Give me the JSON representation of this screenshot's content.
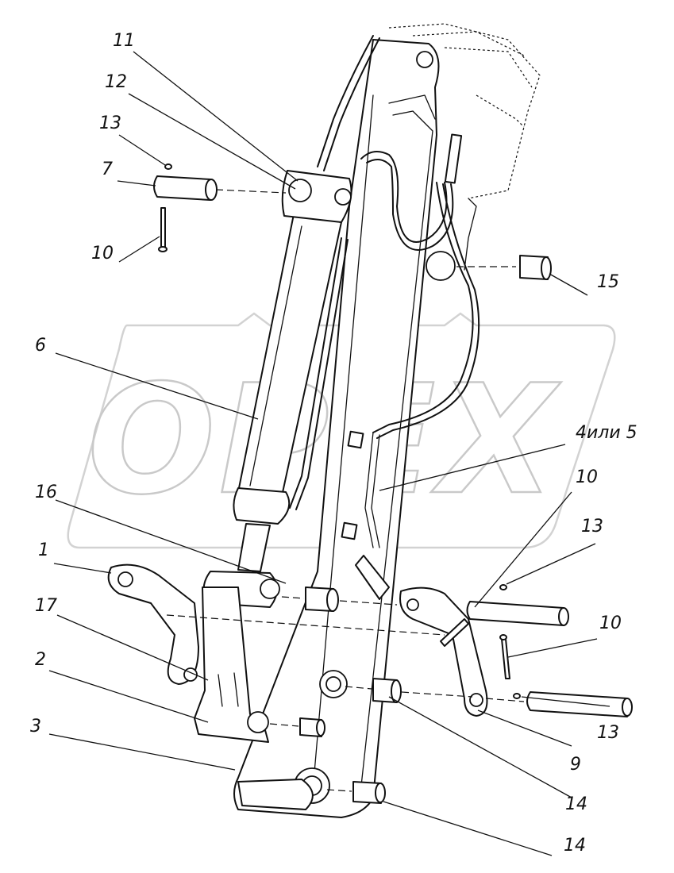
{
  "watermark": {
    "text": "OPEX",
    "color": "#c9c9c9"
  },
  "callouts": [
    {
      "id": "c11",
      "label": "11"
    },
    {
      "id": "c12",
      "label": "12"
    },
    {
      "id": "c13a",
      "label": "13"
    },
    {
      "id": "c7",
      "label": "7"
    },
    {
      "id": "c10a",
      "label": "10"
    },
    {
      "id": "c15",
      "label": "15"
    },
    {
      "id": "c6",
      "label": "6"
    },
    {
      "id": "c4or5",
      "label": "4или 5"
    },
    {
      "id": "c16",
      "label": "16"
    },
    {
      "id": "c10b",
      "label": "10"
    },
    {
      "id": "c1",
      "label": "1"
    },
    {
      "id": "c13b",
      "label": "13"
    },
    {
      "id": "c17",
      "label": "17"
    },
    {
      "id": "c10c",
      "label": "10"
    },
    {
      "id": "c2",
      "label": "2"
    },
    {
      "id": "c13c",
      "label": "13"
    },
    {
      "id": "c3",
      "label": "3"
    },
    {
      "id": "c9",
      "label": "9"
    },
    {
      "id": "c14a",
      "label": "14"
    },
    {
      "id": "c14b",
      "label": "14"
    }
  ]
}
